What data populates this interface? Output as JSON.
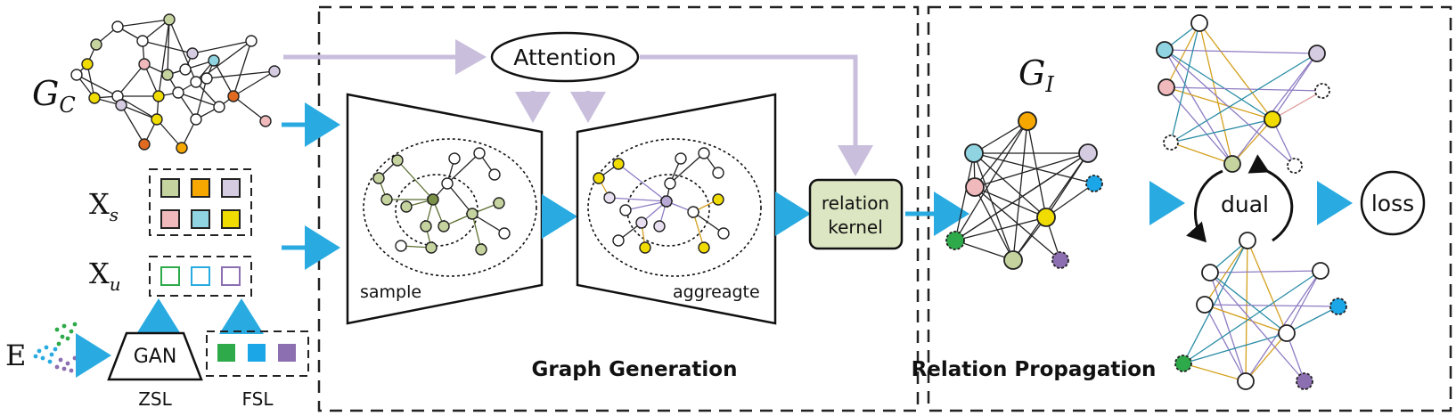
{
  "symbols": {
    "gc_script": "G",
    "gc_sub": "C",
    "gi_script": "G",
    "gi_sub": "I",
    "xs_main": "X",
    "xs_sub": "s",
    "xu_main": "X",
    "xu_sub": "u",
    "e": "E"
  },
  "labels": {
    "attention": "Attention",
    "sample": "sample",
    "aggregate": "aggreagte",
    "relation_kernel_line1": "relation",
    "relation_kernel_line2": "kernel",
    "dual": "dual",
    "loss": "loss",
    "gan": "GAN",
    "zsl": "ZSL",
    "fsl": "FSL",
    "graph_generation": "Graph Generation",
    "relation_propagation": "Relation Propagation"
  },
  "colors": {
    "blue_arrow": "#29ABE2",
    "attention_arrow": "#C9BEDC",
    "kernel_fill": "#DCE6C2",
    "green_node": "#C5D39E",
    "yellow_node": "#F0DC00",
    "orange_node": "#F6A800",
    "pink_node": "#F0B9BC",
    "cyan_node": "#8FD4E0",
    "lavender_node": "#D5CCE2",
    "blue_node": "#1BA6E8",
    "dark_green_node": "#2EAA4A",
    "purple_node": "#8C6FB0",
    "edge_gold": "#D4A01E",
    "edge_teal": "#2A8CA6",
    "edge_purple": "#8E7CC3"
  }
}
